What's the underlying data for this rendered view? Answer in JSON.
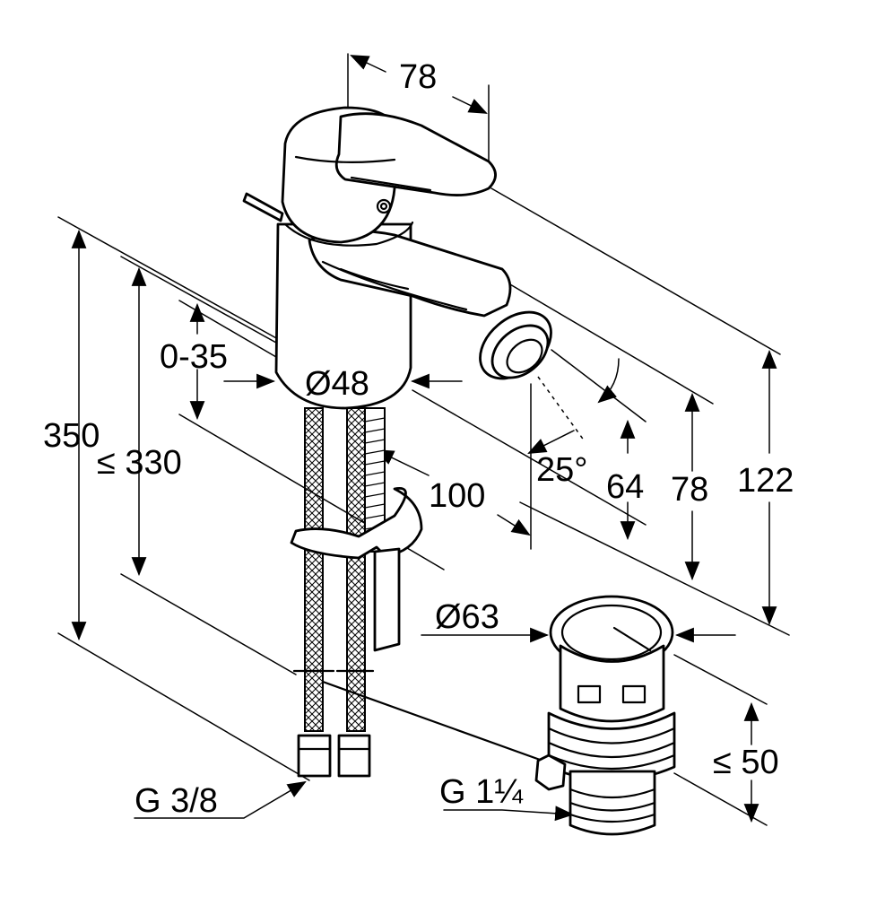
{
  "labels": {
    "width_top": "78",
    "body_diameter": "Ø48",
    "adjust_range": "0-35",
    "total_height": "350",
    "hose_length": "≤ 330",
    "reach": "100",
    "spray_angle": "25°",
    "spout_height": "64",
    "lever_height": "78",
    "overall_height": "122",
    "waste_diameter": "Ø63",
    "waste_depth": "≤ 50",
    "hose_thread": "G 3/8",
    "waste_thread": "G 1¼"
  }
}
